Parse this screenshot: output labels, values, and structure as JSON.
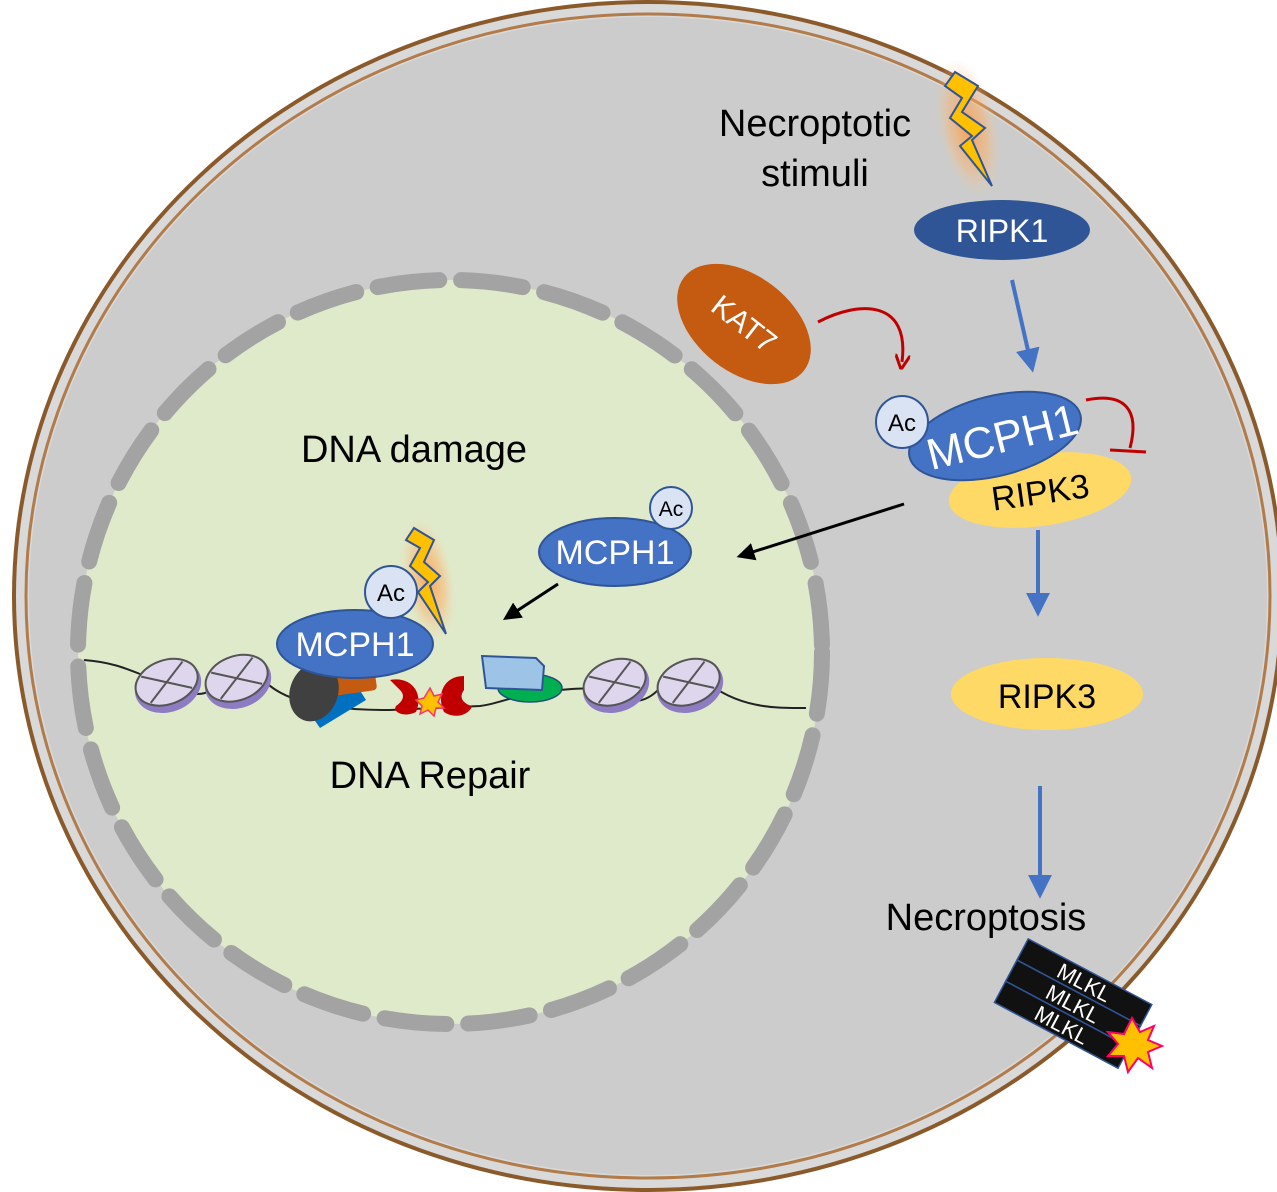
{
  "labels": {
    "necroptotic_line1": "Necroptotic",
    "necroptotic_line2": "stimuli",
    "dna_damage": "DNA damage",
    "dna_repair": "DNA Repair",
    "necroptosis": "Necroptosis"
  },
  "proteins": {
    "ripk1": "RIPK1",
    "kat7": "KAT7",
    "mcph1_cyto": "MCPH1",
    "ripk3_bound": "RIPK3",
    "ripk3_free": "RIPK3",
    "mcph1_nuclear": "MCPH1",
    "mcph1_chromatin": "MCPH1",
    "mlkl_1": "MLKL",
    "mlkl_2": "MLKL",
    "mlkl_3": "MLKL"
  },
  "acetyl": {
    "cyto": "Ac",
    "nuclear": "Ac",
    "chromatin": "Ac"
  },
  "colors": {
    "cytoplasm": "#cbcccb",
    "cell_border": "#b27b4a",
    "nucleus": "#dfeacb",
    "nuclear_envelope": "#a3a3a3",
    "ripk1": "#2f5597",
    "mcph1": "#4472c4",
    "ripk3": "#ffd966",
    "kat7": "#c55a11",
    "acetyl": "#dae3f3",
    "activation_arrow": "#4472c4",
    "kat7_arrow": "#c00000",
    "translocation_arrow": "#000000",
    "lightning": "#ffc000",
    "mlkl": "#111111"
  }
}
